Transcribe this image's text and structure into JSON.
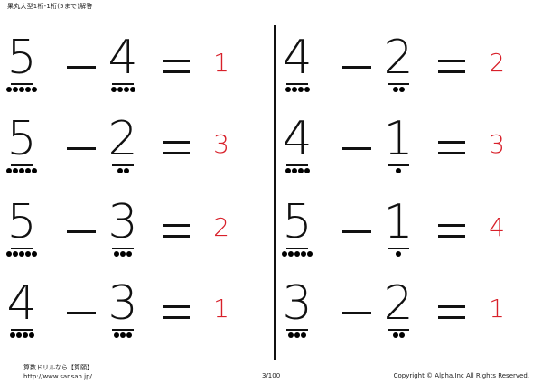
{
  "header": {
    "title": "果丸大型1桁-1桁(5まで)解答"
  },
  "problems_left": [
    {
      "a": "5",
      "a_dots": 5,
      "op": "−",
      "b": "4",
      "b_dots": 4,
      "answer": "1"
    },
    {
      "a": "5",
      "a_dots": 5,
      "op": "−",
      "b": "2",
      "b_dots": 2,
      "answer": "3"
    },
    {
      "a": "5",
      "a_dots": 5,
      "op": "−",
      "b": "3",
      "b_dots": 3,
      "answer": "2"
    },
    {
      "a": "4",
      "a_dots": 4,
      "op": "−",
      "b": "3",
      "b_dots": 3,
      "answer": "1"
    }
  ],
  "problems_right": [
    {
      "a": "4",
      "a_dots": 4,
      "op": "−",
      "b": "2",
      "b_dots": 2,
      "answer": "2"
    },
    {
      "a": "4",
      "a_dots": 4,
      "op": "−",
      "b": "1",
      "b_dots": 1,
      "answer": "3"
    },
    {
      "a": "5",
      "a_dots": 5,
      "op": "−",
      "b": "1",
      "b_dots": 1,
      "answer": "4"
    },
    {
      "a": "3",
      "a_dots": 3,
      "op": "−",
      "b": "2",
      "b_dots": 2,
      "answer": "1"
    }
  ],
  "footer": {
    "site_name": "算数ドリルなら【算願】",
    "url": "http://www.sansan.jp/",
    "page": "3/100",
    "copyright": "Copyright © Alpha.Inc All Rights Reserved."
  },
  "colors": {
    "answer": "#d8202a",
    "ink": "#111111"
  }
}
